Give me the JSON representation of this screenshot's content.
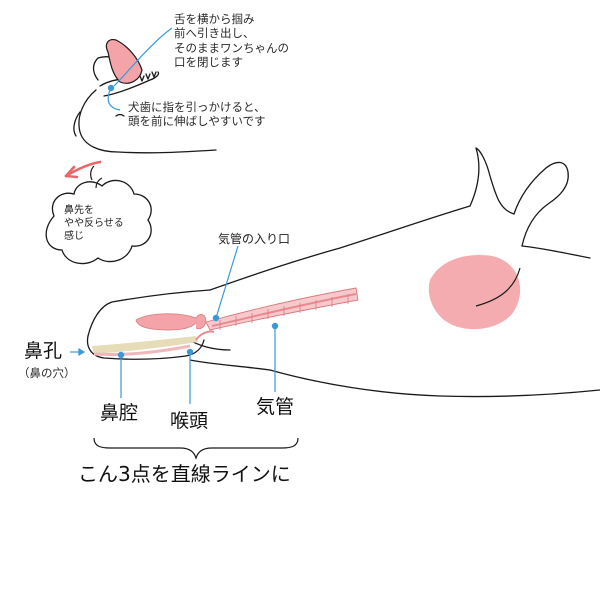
{
  "annotations": {
    "tongue_note": [
      "舌を横から掴み",
      "前へ引き出し、",
      "そのままワンちゃんの",
      "口を閉じます"
    ],
    "canine_note": [
      "犬歯に指を引っかけると、",
      "頭を前に伸ばしやすいです"
    ],
    "cloud_note": [
      "鼻先を",
      "やや反らせる",
      "感じ"
    ],
    "trachea_entrance": "気管の入り口"
  },
  "labels": {
    "nostril": "鼻孔",
    "nostril_sub": "（鼻の穴）",
    "nasal_cavity": "鼻腔",
    "larynx": "喉頭",
    "trachea": "気管"
  },
  "caption": "こん3点を直線ラインに",
  "colors": {
    "accent_blue": "#3a9ad9",
    "arrow_red": "#e8686a",
    "pink_fill": "#f4a3a8",
    "pink_light": "#f7c9cc",
    "beige": "#e6dcb8",
    "outline": "#1a1a1a"
  }
}
